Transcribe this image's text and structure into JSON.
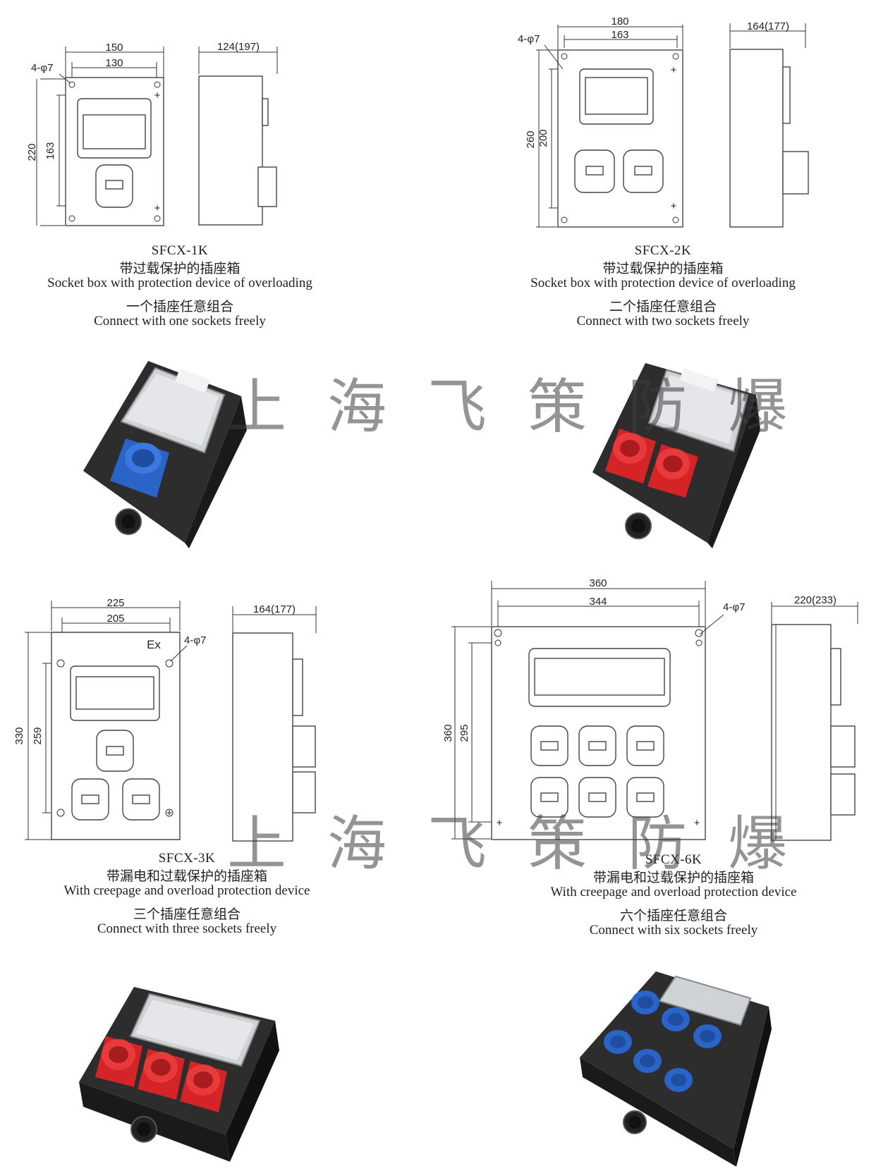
{
  "watermark": "上海飞策防爆",
  "products": [
    {
      "model": "SFCX-1K",
      "title_cn": "带过载保护的插座箱",
      "title_en": "Socket box with protection device of overloading",
      "combo_cn": "一个插座任意组合",
      "combo_en": "Connect with one sockets freely",
      "dims": {
        "width_outer": "150",
        "width_inner": "130",
        "height_outer": "220",
        "height_inner": "163",
        "depth": "124(197)",
        "holes": "4-φ7"
      },
      "socket_color": "#2a64c8",
      "socket_count": 1
    },
    {
      "model": "SFCX-2K",
      "title_cn": "带过载保护的插座箱",
      "title_en": "Socket box with protection device of overloading",
      "combo_cn": "二个插座任意组合",
      "combo_en": "Connect with two sockets freely",
      "dims": {
        "width_outer": "180",
        "width_inner": "163",
        "height_outer": "260",
        "height_inner": "200",
        "depth": "164(177)",
        "holes": "4-φ7"
      },
      "socket_color": "#d42428",
      "socket_count": 2
    },
    {
      "model": "SFCX-3K",
      "title_cn": "带漏电和过载保护的插座箱",
      "title_en": "With  creepage  and  overload  protection  device",
      "combo_cn": "三个插座任意组合",
      "combo_en": "Connect with three  sockets freely",
      "dims": {
        "width_outer": "225",
        "width_inner": "205",
        "height_outer": "330",
        "height_inner": "259",
        "depth": "164(177)",
        "holes": "4-φ7",
        "mark": "Ex"
      },
      "socket_color": "#d42428",
      "socket_count": 3
    },
    {
      "model": "SFCX-6K",
      "title_cn": "带漏电和过载保护的插座箱",
      "title_en": "With  creepage  and  overload  protection  device",
      "combo_cn": "六个插座任意组合",
      "combo_en": "Connect with  six sockets freely",
      "dims": {
        "width_outer": "360",
        "width_inner": "344",
        "height_outer": "360",
        "height_inner": "295",
        "depth": "220(233)",
        "holes": "4-φ7"
      },
      "socket_color": "#2a64c8",
      "socket_count": 6
    }
  ]
}
